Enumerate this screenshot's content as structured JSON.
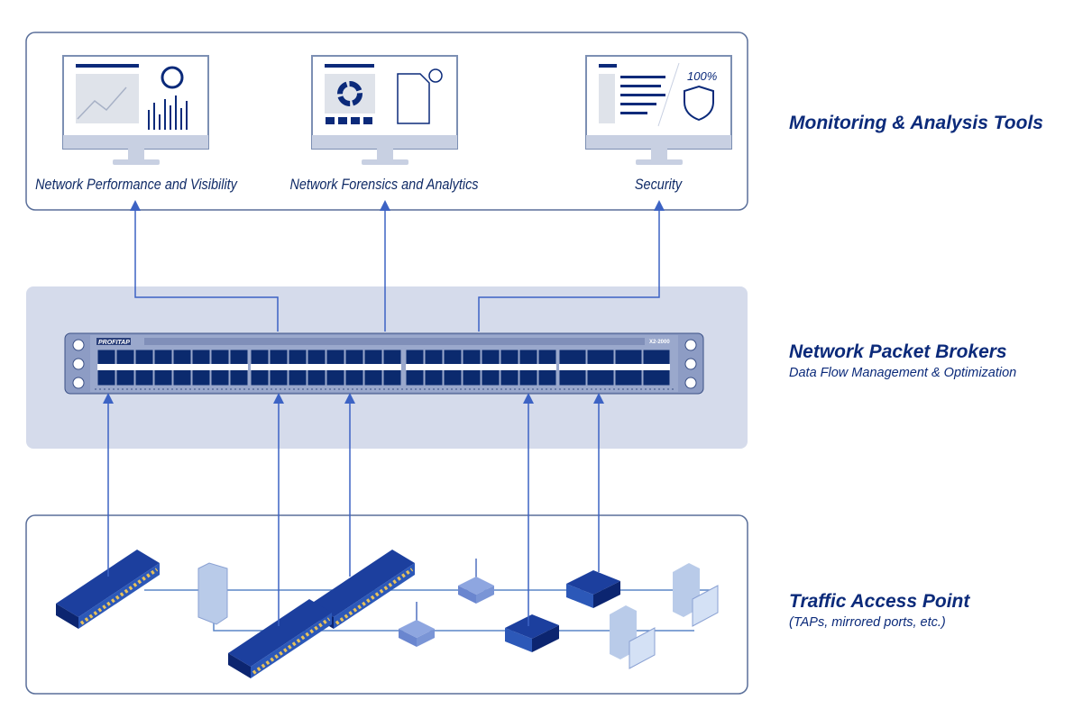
{
  "tools_section": {
    "heading": "Monitoring & Analysis Tools",
    "monitors": [
      {
        "caption": "Network Performance and Visibility",
        "icon": "chart-dashboard-icon"
      },
      {
        "caption": "Network Forensics and Analytics",
        "icon": "document-analytics-icon"
      },
      {
        "caption": "Security",
        "icon": "shield-lock-icon",
        "screen_text": "100%"
      }
    ]
  },
  "broker_section": {
    "heading": "Network Packet Brokers",
    "subheading": "Data Flow Management & Optimization",
    "device_logo": "PROFITAP",
    "device_model": "X2-2000"
  },
  "access_section": {
    "heading": "Traffic Access Point",
    "subheading": "(TAPs, mirrored ports, etc.)"
  },
  "colors": {
    "navy": "#0b2a7a",
    "line": "#3d63c4",
    "band": "#d5dbeb",
    "device": "#1c3f9e"
  }
}
